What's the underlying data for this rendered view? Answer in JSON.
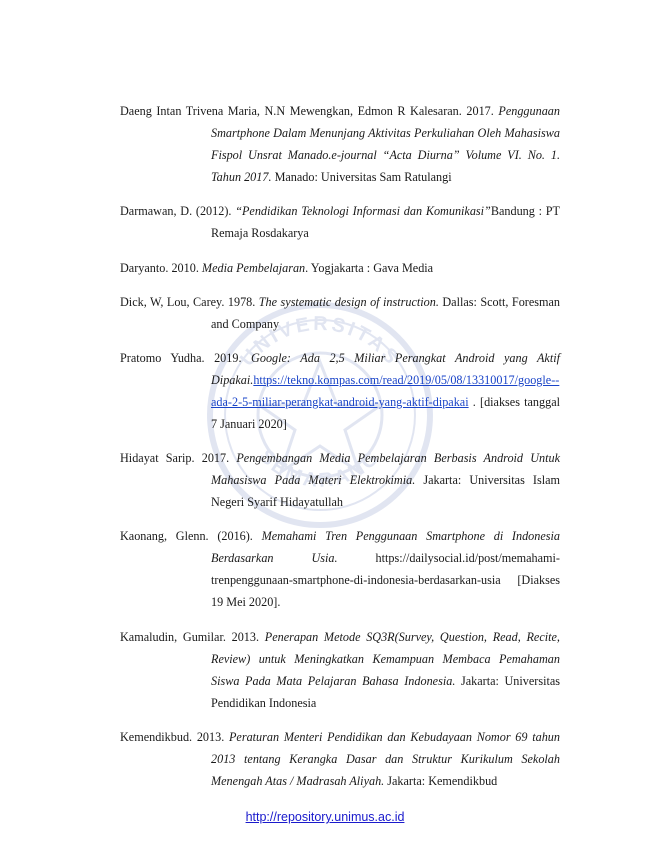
{
  "watermark": {
    "top_text": "UNIVERSITAS",
    "bottom_text": "SEMARANG",
    "color": "#1f3f9a"
  },
  "references": [
    {
      "pre": "Daeng Intan Trivena Maria, N.N Mewengkan, Edmon R Kalesaran. 2017. ",
      "title": "Penggunaan Smartphone Dalam Menunjang Aktivitas Perkuliahan Oleh Mahasiswa Fispol Unsrat Manado.e-journal “Acta Diurna” Volume VI. No. 1. Tahun 2017.",
      "post": " Manado: Universitas Sam Ratulangi",
      "link": "",
      "tail": ""
    },
    {
      "pre": "Darmawan, D. (2012). ",
      "title": "“Pendidikan Teknologi Informasi dan Komunikasi”",
      "post": "Bandung : PT Remaja Rosdakarya",
      "link": "",
      "tail": ""
    },
    {
      "pre": "Daryanto. 2010. ",
      "title": "Media Pembelajaran",
      "post": ". Yogjakarta : Gava Media",
      "link": "",
      "tail": ""
    },
    {
      "pre": "Dick, W, Lou, Carey. 1978. ",
      "title": "The systematic design of instruction.",
      "post": " Dallas: Scott, Foresman and Company",
      "link": "",
      "tail": ""
    },
    {
      "pre": "Pratomo Yudha. 2019. ",
      "title": "Google: Ada 2,5 Miliar Perangkat Android yang Aktif Dipakai.",
      "post": "",
      "link": "https://tekno.kompas.com/read/2019/05/08/13310017/google--ada-2-5-miliar-perangkat-android-yang-aktif-dipakai",
      "tail": " . [diakses tanggal 7 Januari 2020]"
    },
    {
      "pre": "Hidayat Sarip. 2017. ",
      "title": "Pengembangan Media Pembelajaran Berbasis Android Untuk Mahasiswa Pada Materi Elektrokimia.",
      "post": " Jakarta: Universitas Islam Negeri Syarif Hidayatullah",
      "link": "",
      "tail": ""
    },
    {
      "pre": "Kaonang, Glenn. (2016). ",
      "title": "Memahami Tren Penggunaan Smartphone di Indonesia Berdasarkan Usia.",
      "post": " https://dailysocial.id/post/memahami-trenpenggunaan-smartphone-di-indonesia-berdasarkan-usia [Diakses 19 Mei 2020].",
      "link": "",
      "tail": ""
    },
    {
      "pre": "Kamaludin, Gumilar. 2013. ",
      "title": "Penerapan Metode SQ3R(Survey, Question, Read, Recite, Review) untuk Meningkatkan Kemampuan Membaca Pemahaman Siswa Pada Mata Pelajaran Bahasa Indonesia.",
      "post": " Jakarta: Universitas Pendidikan Indonesia",
      "link": "",
      "tail": ""
    },
    {
      "pre": "Kemendikbud. 2013. ",
      "title": "Peraturan Menteri Pendidikan dan Kebudayaan Nomor 69 tahun 2013 tentang Kerangka Dasar dan Struktur Kurikulum Sekolah Menengah Atas / Madrasah Aliyah.",
      "post": " Jakarta: Kemendikbud",
      "link": "",
      "tail": ""
    }
  ],
  "footer": {
    "url": "http://repository.unimus.ac.id"
  }
}
